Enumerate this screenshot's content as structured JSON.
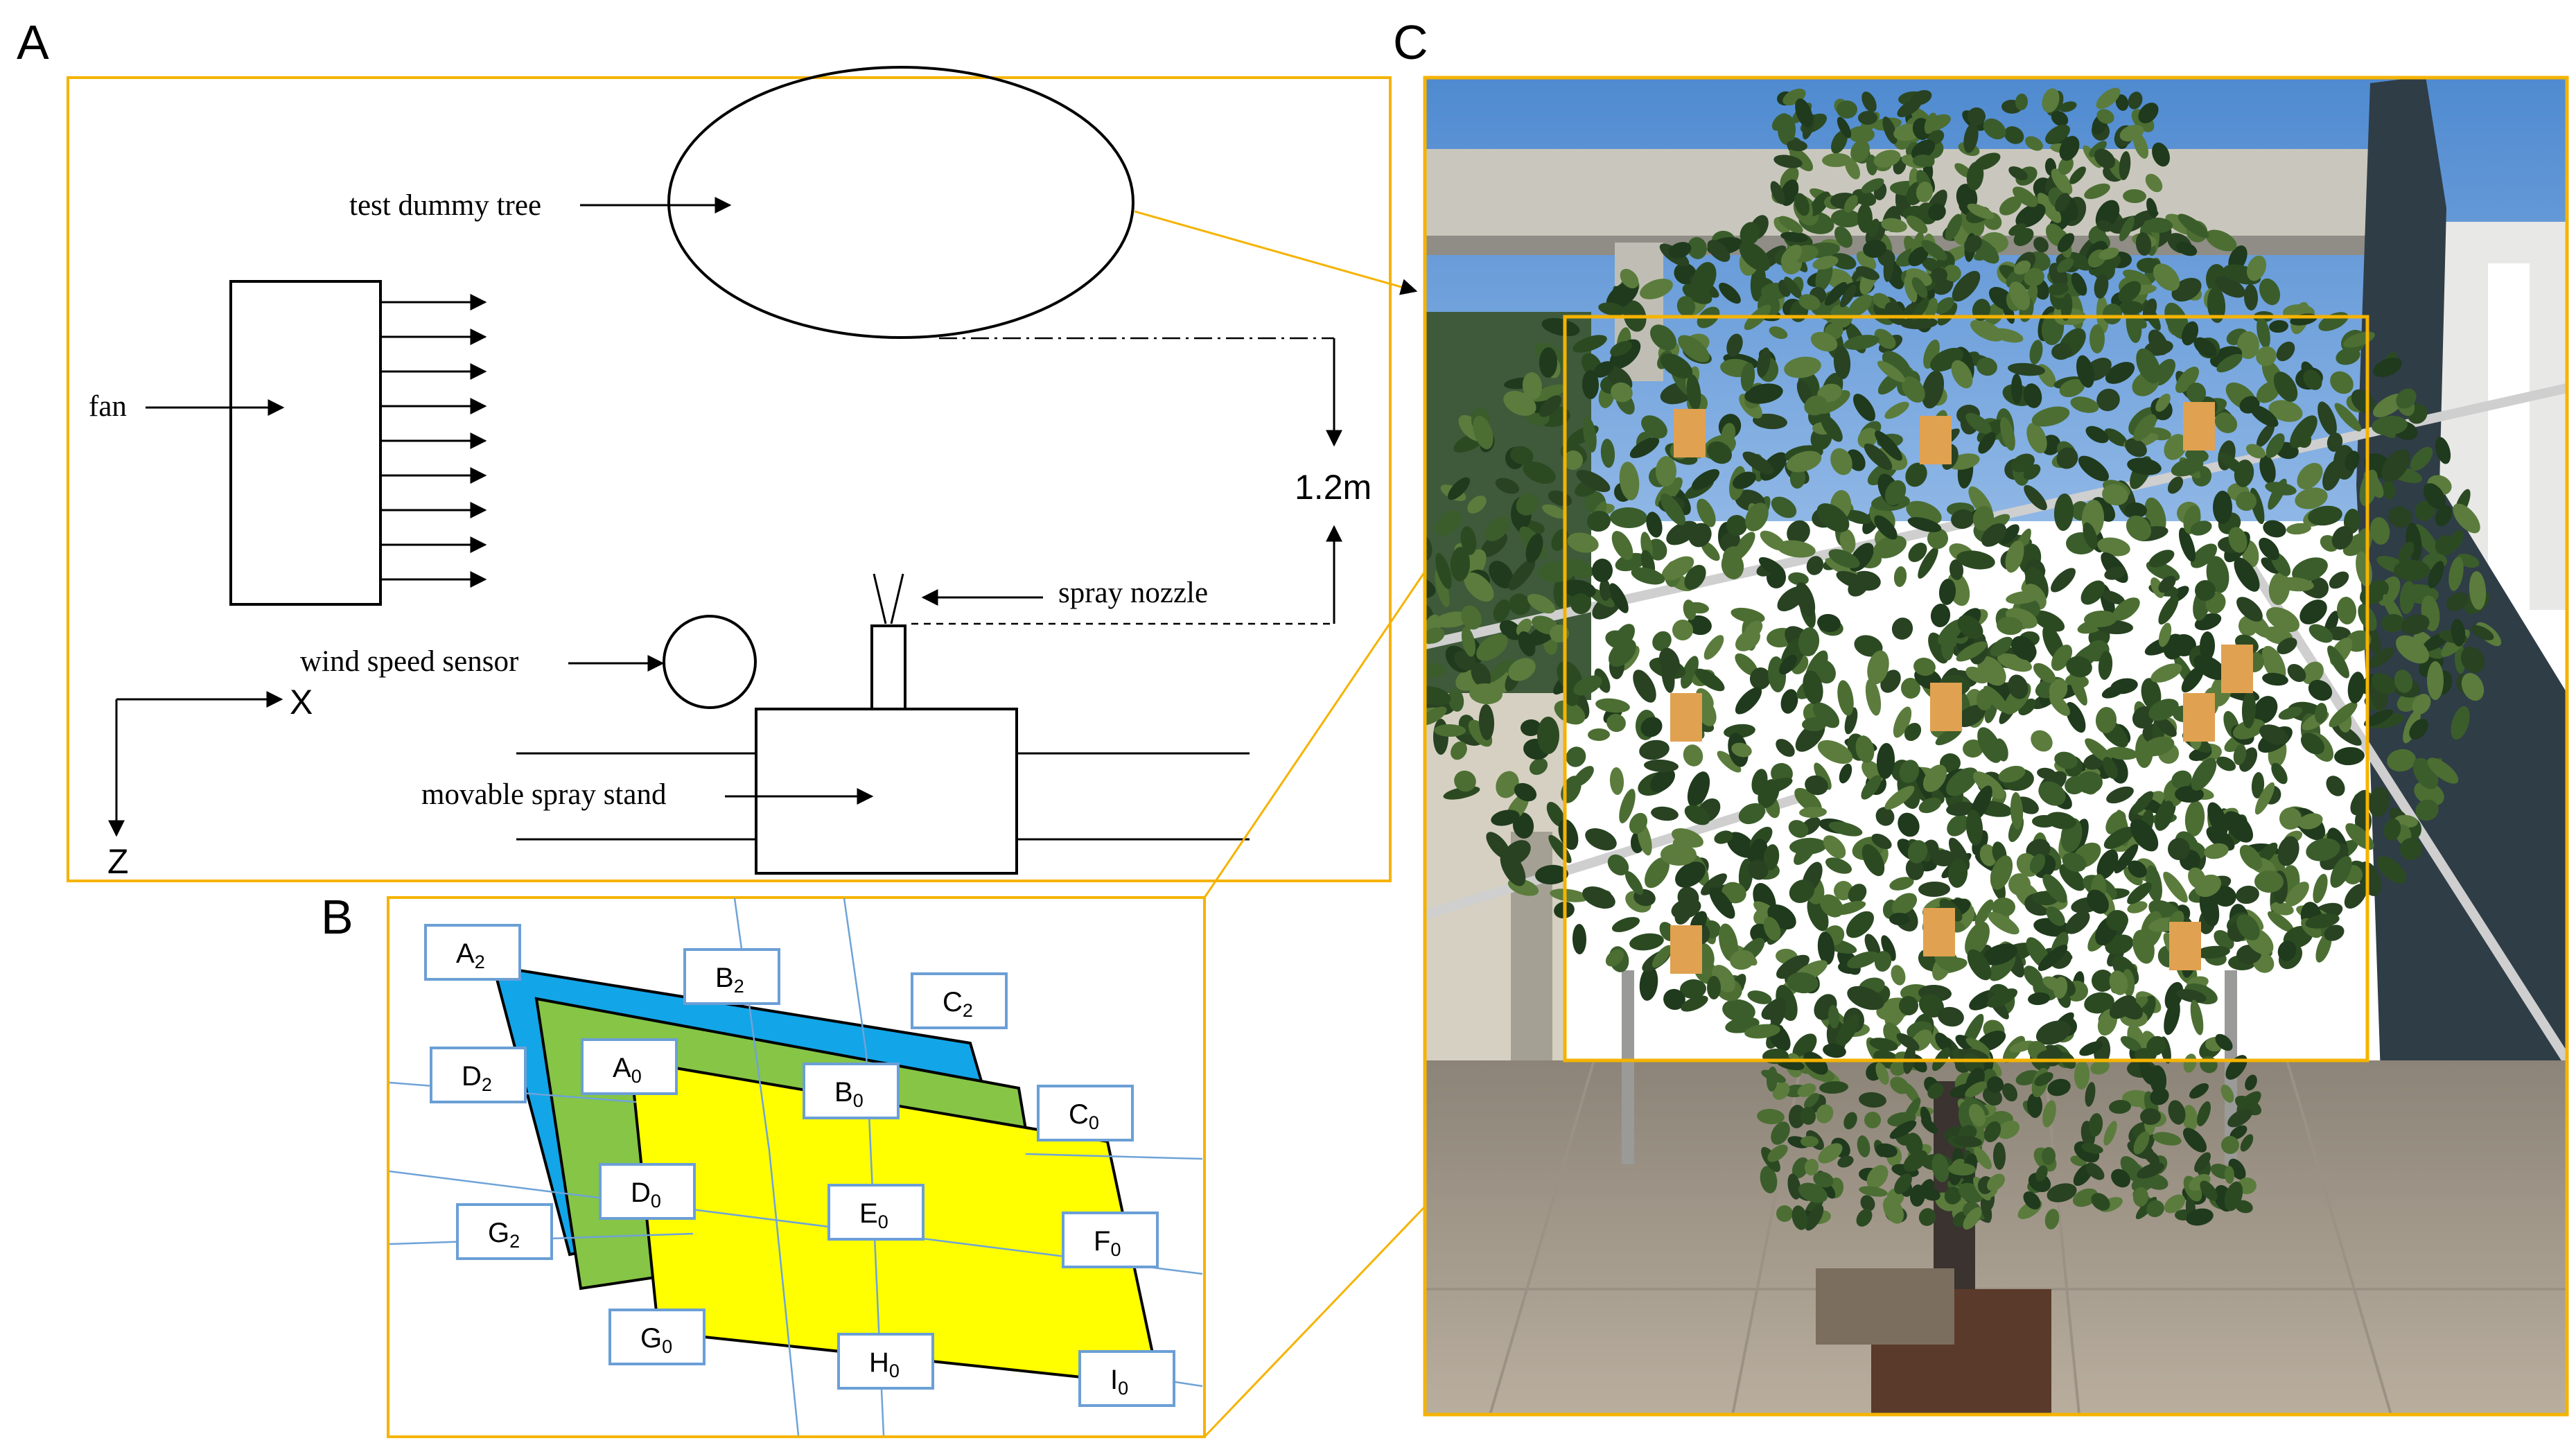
{
  "panels": {
    "a": {
      "letter": "A"
    },
    "b": {
      "letter": "B"
    },
    "c": {
      "letter": "C"
    }
  },
  "schematic": {
    "tree_label": "test dummy tree",
    "fan_label": "fan",
    "height_label": "1.2m",
    "nozzle_label": "spray nozzle",
    "sensor_label": "wind speed sensor",
    "stand_label": "movable spray stand",
    "x_axis_label": "X",
    "z_axis_label": "Z"
  },
  "grid_points": [
    {
      "letter": "A",
      "sub": "2"
    },
    {
      "letter": "B",
      "sub": "2"
    },
    {
      "letter": "C",
      "sub": "2"
    },
    {
      "letter": "D",
      "sub": "2"
    },
    {
      "letter": "G",
      "sub": "2"
    },
    {
      "letter": "A",
      "sub": "0"
    },
    {
      "letter": "B",
      "sub": "0"
    },
    {
      "letter": "C",
      "sub": "0"
    },
    {
      "letter": "D",
      "sub": "0"
    },
    {
      "letter": "E",
      "sub": "0"
    },
    {
      "letter": "F",
      "sub": "0"
    },
    {
      "letter": "G",
      "sub": "0"
    },
    {
      "letter": "H",
      "sub": "0"
    },
    {
      "letter": "I",
      "sub": "0"
    }
  ],
  "colors": {
    "frame": "#f5b301",
    "layer_back": "#12a5e8",
    "layer_mid": "#86c545",
    "layer_front": "#ffff00",
    "point_label_border": "#6b9fd6",
    "sky": "#5c94d4",
    "foliage": "#2c4a22",
    "tile": "#b7ad9f",
    "tag": "#e0a151"
  },
  "icons": {
    "photo": "tree-photo-icon"
  }
}
